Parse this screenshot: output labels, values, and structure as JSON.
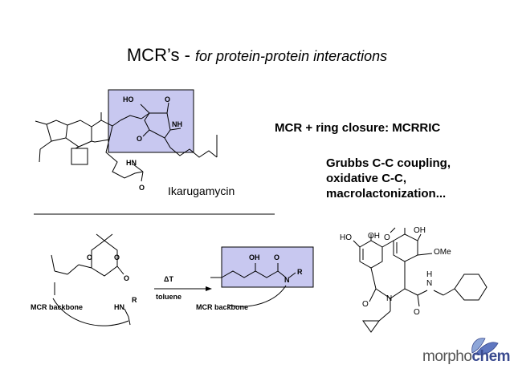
{
  "slide": {
    "title_main": "MCR’s - ",
    "title_sub": "for protein-protein interactions",
    "text_mcrric": "MCR + ring closure: MCRRIC",
    "text_grubbs": [
      "Grubbs C-C coupling,",
      "oxidative C-C,",
      "macrolactonization..."
    ],
    "compound_name": "Ikarugamycin",
    "logo_part1": "morpho",
    "logo_part2": "chem",
    "colors": {
      "highlight_box": "#c8c8f0",
      "logo_accent": "#3a4a8f"
    }
  },
  "ikarugamycin": {
    "labels": {
      "ho": "HO",
      "o_top": "O",
      "nh": "NH",
      "o_low": "O",
      "hn": "HN",
      "o_amide": "O"
    }
  },
  "reaction": {
    "reactant_labels": {
      "o1": "O",
      "o2": "O",
      "o3": "O",
      "hn": "HN",
      "r": "R",
      "backbone": "MCR backbone"
    },
    "arrow_label_top": "ΔT",
    "arrow_label_bottom": "toluene",
    "product_labels": {
      "oh": "OH",
      "o": "O",
      "n": "N",
      "r": "R",
      "backbone": "MCR backbone"
    }
  },
  "right_molecule": {
    "labels": {
      "ho": "HO",
      "oh1": "OH",
      "o_me": "O",
      "oh2": "OH",
      "ome": "OMe",
      "h": "H",
      "n_amide": "N",
      "o_lactam": "O",
      "n_ring": "N",
      "o_amide": "O"
    }
  }
}
